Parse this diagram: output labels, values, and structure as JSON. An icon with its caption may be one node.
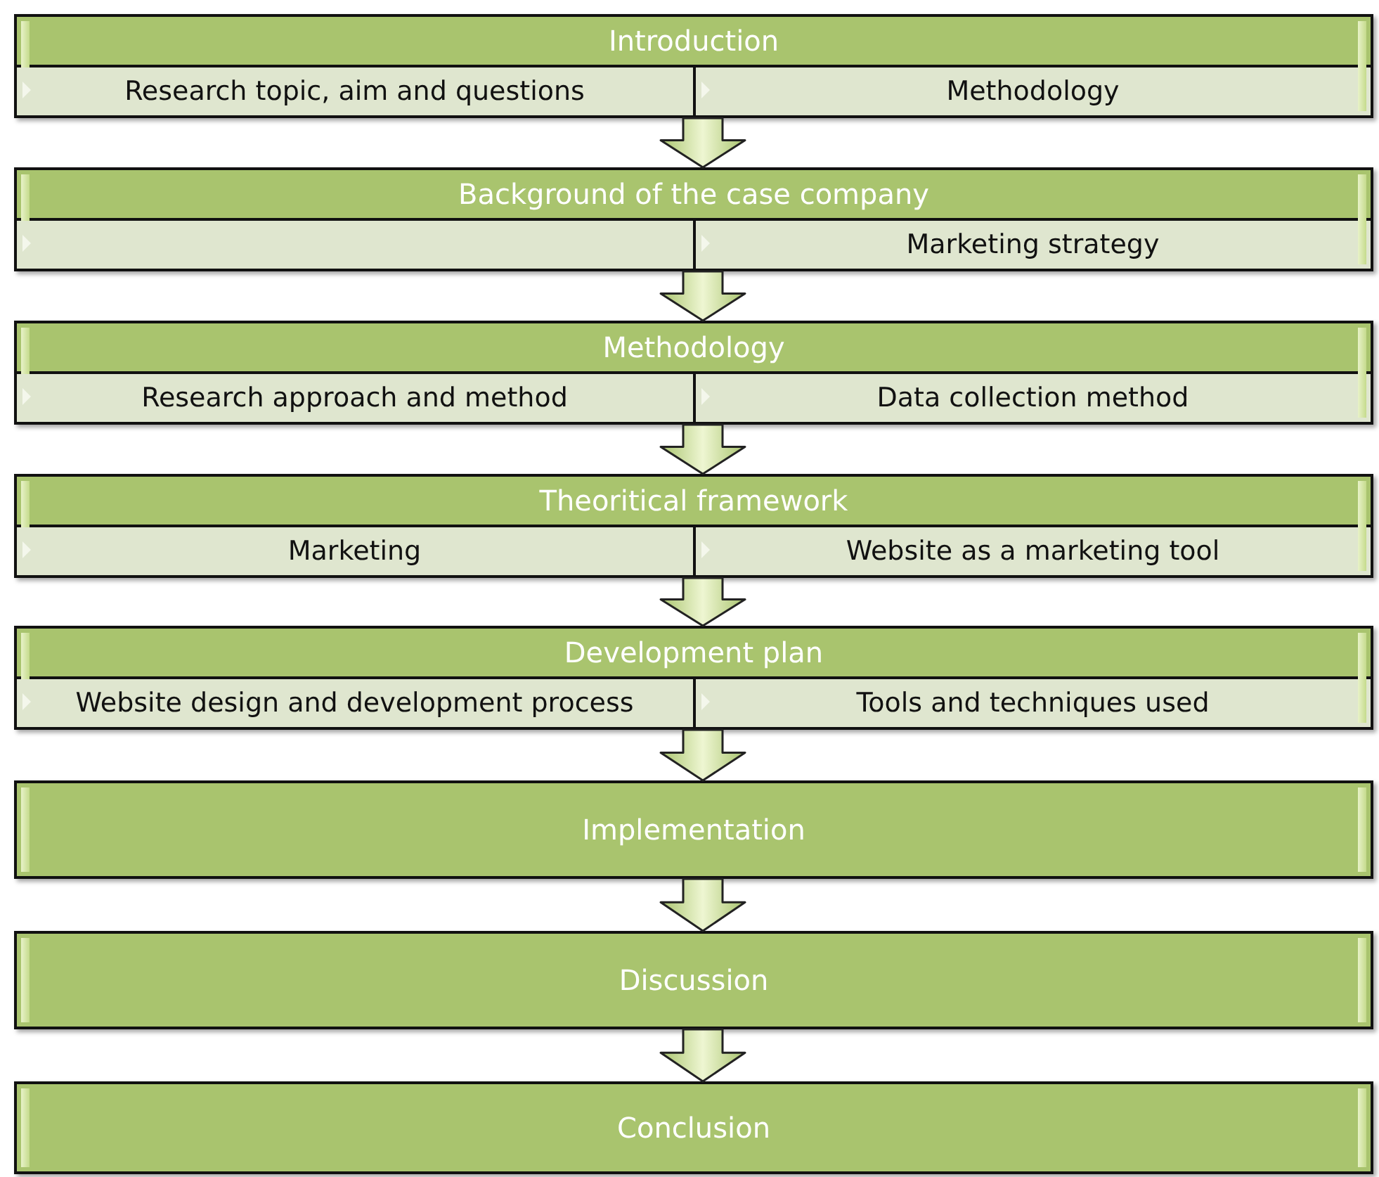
{
  "diagram": {
    "nodes": [
      {
        "text": [
          "Introduction"
        ]
      },
      {
        "text": [
          "Research topic, aim and questions"
        ],
        "in": 0
      },
      {
        "text": [
          "Methodology"
        ],
        "in": 0
      },
      {
        "text": [
          "Background of the case company"
        ]
      },
      {
        "text": [],
        "shape": "box",
        "in": 3
      },
      {
        "text": [
          "Marketing strategy"
        ],
        "in": 3
      },
      {
        "text": [
          "Methodology"
        ]
      },
      {
        "text": [
          "Research approach and method"
        ],
        "in": 6
      },
      {
        "text": [
          "Data collection method"
        ],
        "in": 6
      },
      {
        "text": [
          "Theoritical framework"
        ]
      },
      {
        "text": [
          "Marketing"
        ],
        "in": 9
      },
      {
        "text": [
          "Website as a marketing tool"
        ],
        "in": 9
      },
      {
        "text": [
          "Development plan"
        ]
      },
      {
        "text": [
          "Website design and development process"
        ],
        "in": 12
      },
      {
        "text": [
          "Tools and techniques used"
        ],
        "in": 12
      },
      {
        "text": [
          "Implementation"
        ]
      },
      {
        "text": [
          "Discussion"
        ]
      },
      {
        "text": [
          "Conclusion"
        ]
      }
    ],
    "edges": [
      {
        "from": 0,
        "to": 3,
        "arrow": "to"
      },
      {
        "from": 3,
        "to": 6,
        "arrow": "to"
      },
      {
        "from": 6,
        "to": 9,
        "arrow": "to"
      },
      {
        "from": 9,
        "to": 12,
        "arrow": "to"
      },
      {
        "from": 12,
        "to": 15,
        "arrow": "to"
      },
      {
        "from": 15,
        "to": 16,
        "arrow": "to"
      },
      {
        "from": 16,
        "to": 17,
        "arrow": "to"
      }
    ]
  }
}
